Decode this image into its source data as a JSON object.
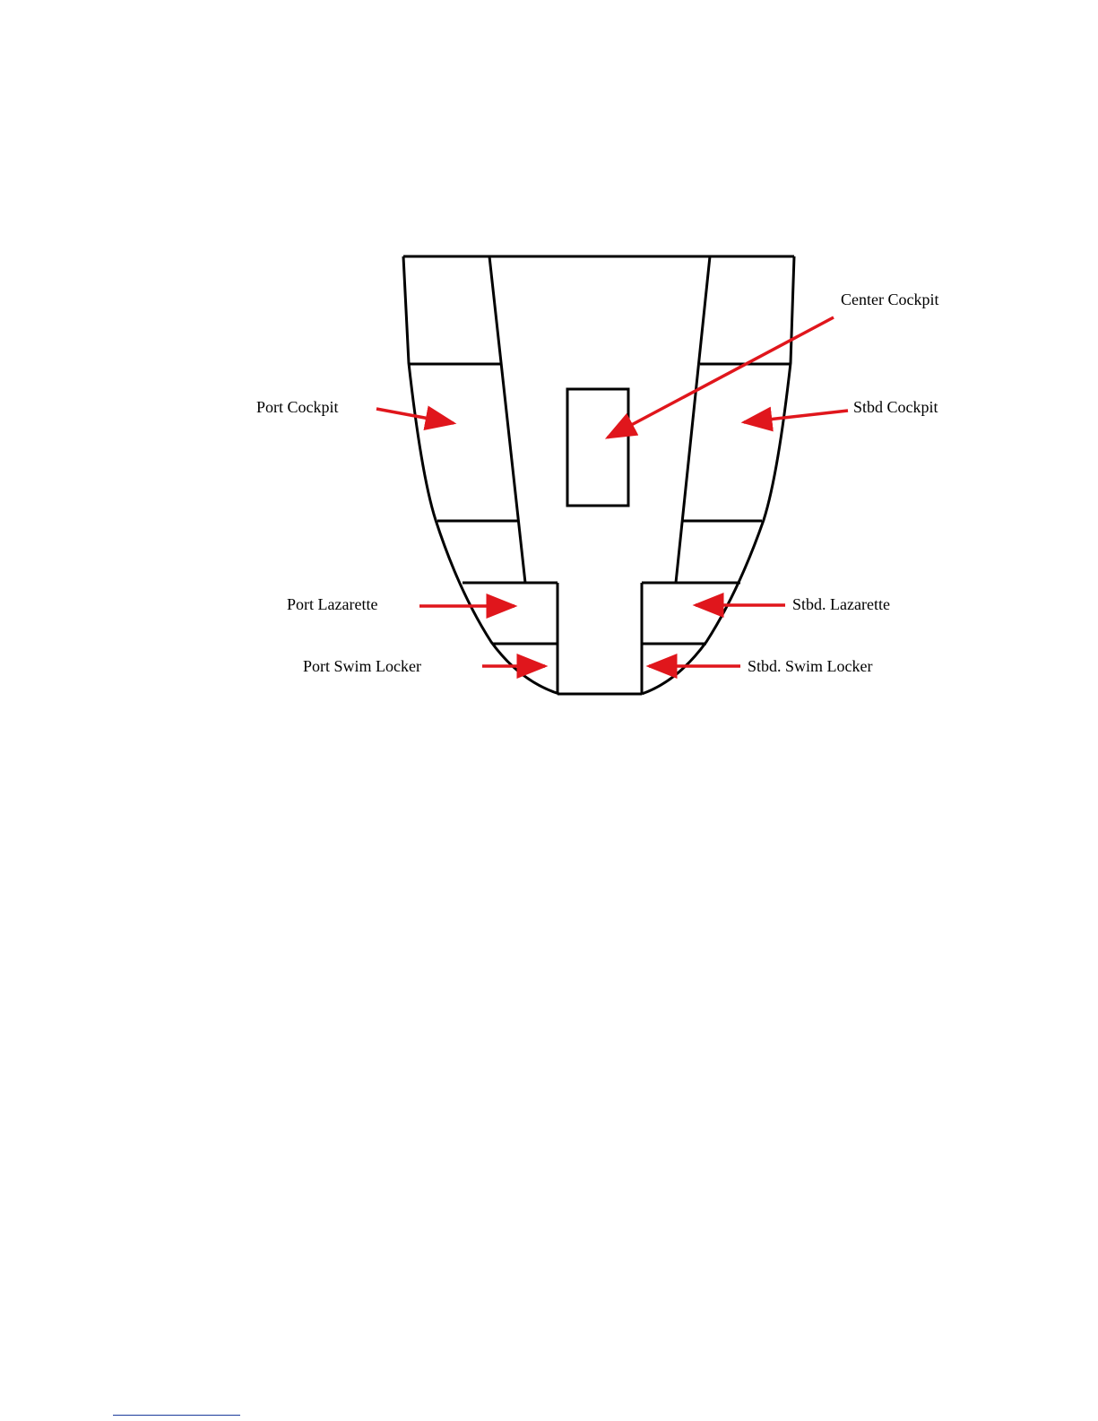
{
  "labels": {
    "center_cockpit": "Center Cockpit",
    "port_cockpit": "Port Cockpit",
    "stbd_cockpit": "Stbd Cockpit",
    "port_lazarette": "Port Lazarette",
    "stbd_lazarette": "Stbd. Lazarette",
    "port_swim_locker": "Port Swim Locker",
    "stbd_swim_locker": "Stbd. Swim Locker"
  },
  "colors": {
    "outline": "#000000",
    "arrow": "#e0161c",
    "text": "#000000",
    "footnote_rule": "#1a3a9c"
  }
}
